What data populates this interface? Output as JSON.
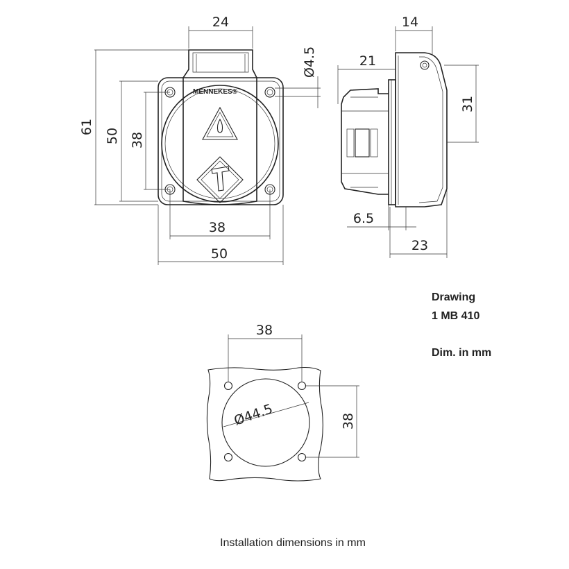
{
  "brand": "MENNEKES®",
  "front_view": {
    "dim_top": "24",
    "dim_hole": "Ø4.5",
    "dim_61": "61",
    "dim_50_vertical": "50",
    "dim_38_vertical": "38",
    "dim_38_horizontal": "38",
    "dim_50_horizontal": "50"
  },
  "side_view": {
    "dim_14": "14",
    "dim_21": "21",
    "dim_31": "31",
    "dim_6_5": "6.5",
    "dim_23": "23"
  },
  "notes": {
    "drawing_label": "Drawing",
    "drawing_number": "1 MB 410",
    "units": "Dim. in mm"
  },
  "installation": {
    "dim_38_top": "38",
    "dim_38_right": "38",
    "dim_diameter": "Ø44.5",
    "caption": "Installation dimensions in mm"
  }
}
